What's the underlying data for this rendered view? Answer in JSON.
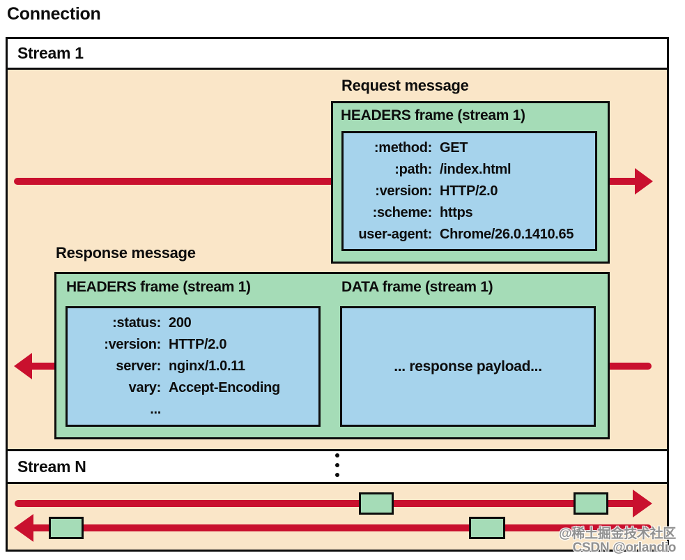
{
  "connection": {
    "label": "Connection",
    "stream1_label": "Stream 1",
    "streamN_label": "Stream N"
  },
  "request": {
    "label": "Request message",
    "frame_title": "HEADERS frame (stream 1)",
    "headers": [
      {
        "key": ":method:",
        "value": "GET"
      },
      {
        "key": ":path:",
        "value": "/index.html"
      },
      {
        "key": ":version:",
        "value": "HTTP/2.0"
      },
      {
        "key": ":scheme:",
        "value": "https"
      },
      {
        "key": "user-agent:",
        "value": "Chrome/26.0.1410.65"
      }
    ]
  },
  "response": {
    "label": "Response message",
    "headers_frame_title": "HEADERS frame (stream 1)",
    "data_frame_title": "DATA frame (stream 1)",
    "headers": [
      {
        "key": ":status:",
        "value": "200"
      },
      {
        "key": ":version:",
        "value": "HTTP/2.0"
      },
      {
        "key": "server:",
        "value": "nginx/1.0.11"
      },
      {
        "key": "vary:",
        "value": "Accept-Encoding"
      },
      {
        "key": "...",
        "value": ""
      }
    ],
    "payload_text": "... response payload..."
  },
  "watermark": {
    "line1": "@稀土掘金技术社区",
    "line2": "CSDN @orlandio"
  },
  "colors": {
    "arrow_red": "#c9102e",
    "frame_green": "#a5dcb7",
    "frame_blue": "#a6d3ec",
    "stream_peach": "#fae6c8",
    "ink_black": "#0d0d0d"
  }
}
